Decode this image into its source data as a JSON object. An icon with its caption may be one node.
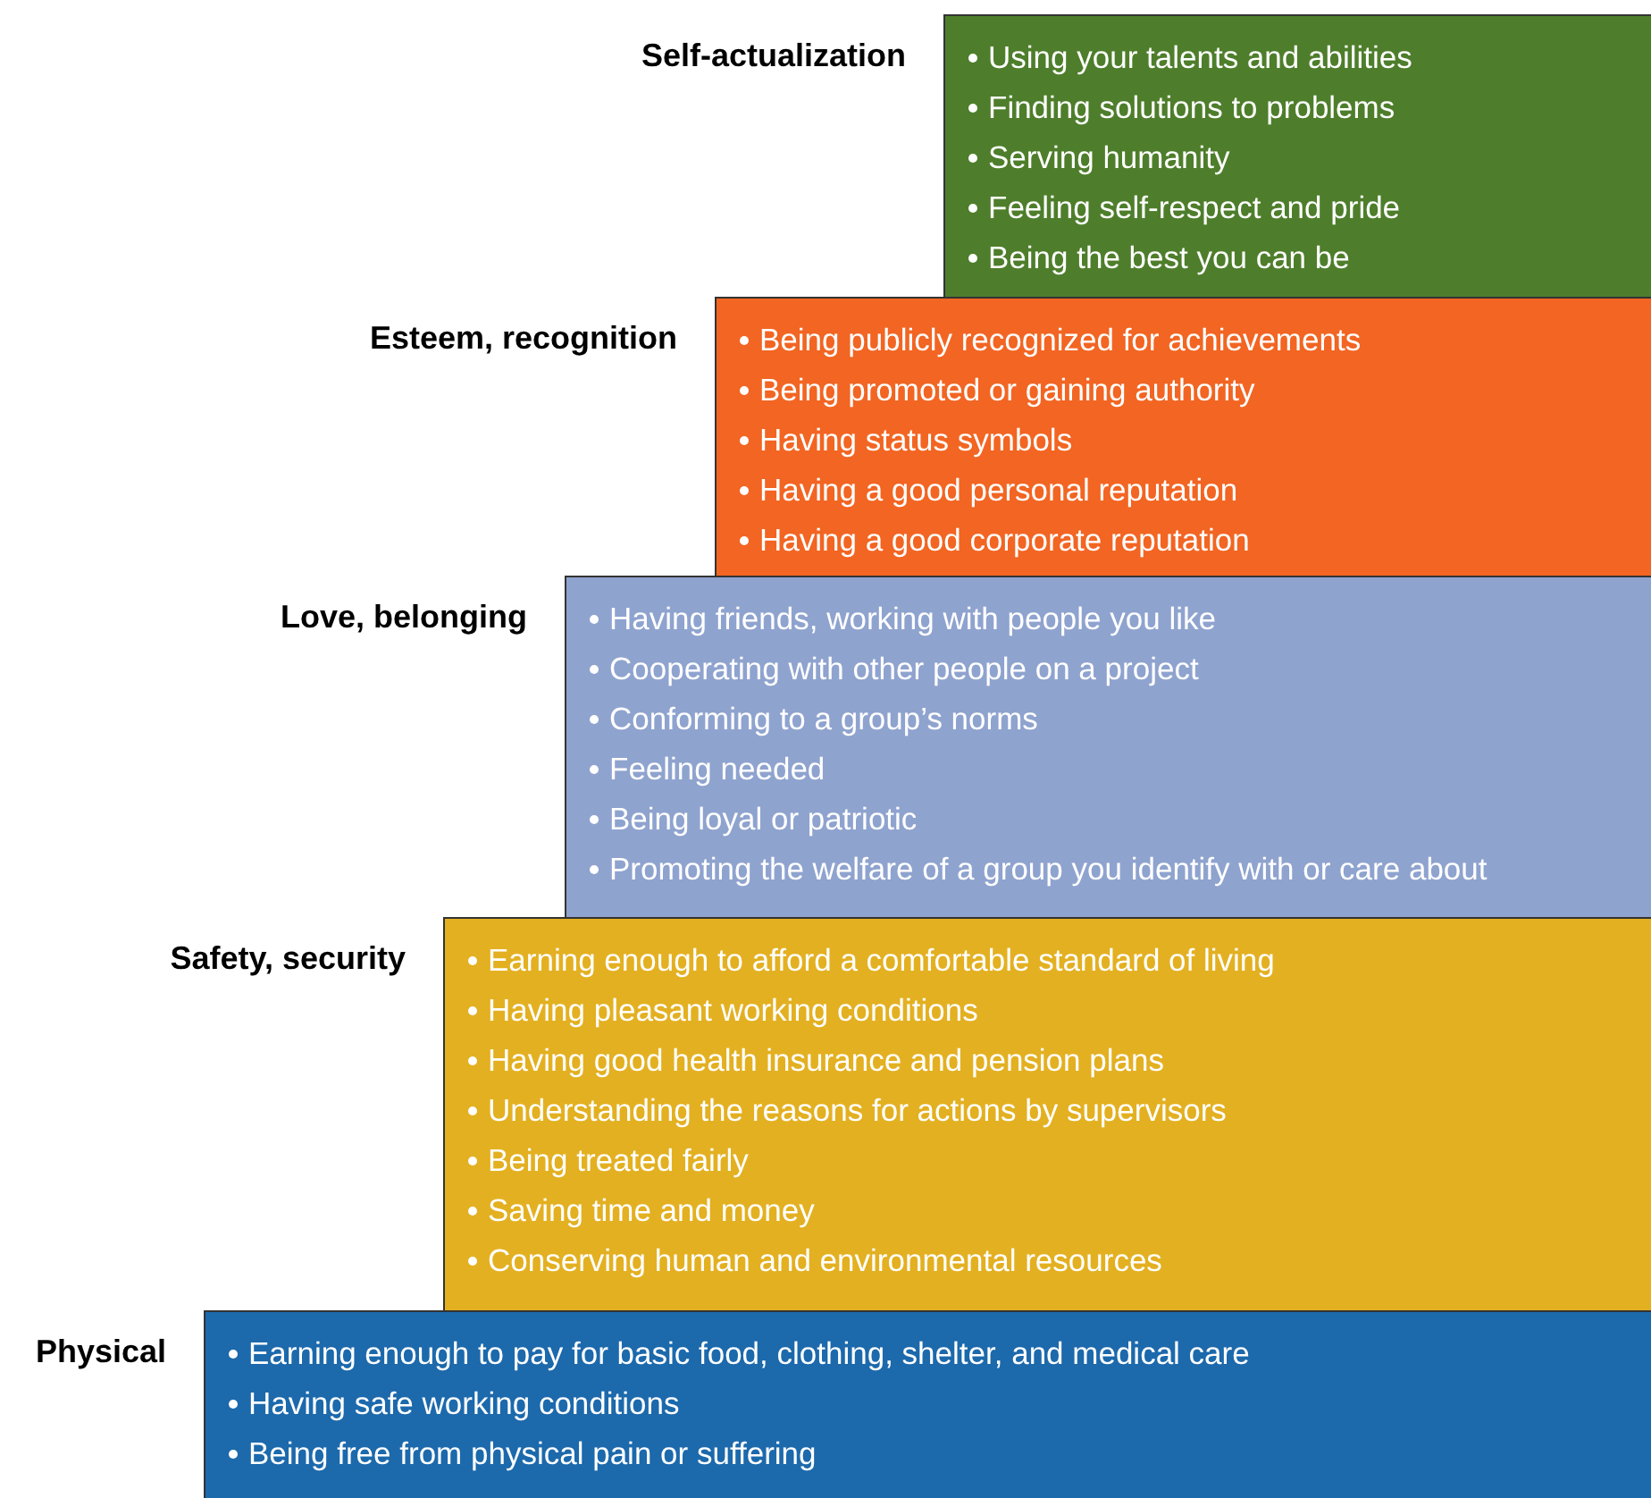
{
  "diagram": {
    "nodes": [
      {
        "text": [
          "Self-actualization",
          "Using your talents and abilities",
          "Finding solutions to problems",
          "Serving humanity",
          "Feeling self-respect and pride",
          "Being the best you can be"
        ]
      },
      {
        "text": [
          "Esteem, recognition",
          "Being publicly recognized for achievements",
          "Being promoted or gaining authority",
          "Having status symbols",
          "Having a good personal reputation",
          "Having a good corporate reputation"
        ]
      },
      {
        "text": [
          "Love, belonging",
          "Having friends, working with people you like",
          "Cooperating with other people on a project",
          "Conforming to a group’s norms",
          "Feeling needed",
          "Being loyal or patriotic",
          "Promoting the welfare of a group you identify with or care about"
        ]
      },
      {
        "text": [
          "Safety, security",
          "Earning enough to afford a comfortable standard of living",
          "Having pleasant working conditions",
          "Having good health insurance and pension plans",
          "Understanding the reasons for actions by supervisors",
          "Being treated fairly",
          "Saving time and money",
          "Conserving human and environmental resources"
        ]
      },
      {
        "text": [
          "Physical",
          "Earning enough to pay for basic food, clothing, shelter, and medical care",
          "Having safe working conditions",
          "Being free from physical pain or suffering"
        ]
      }
    ]
  }
}
